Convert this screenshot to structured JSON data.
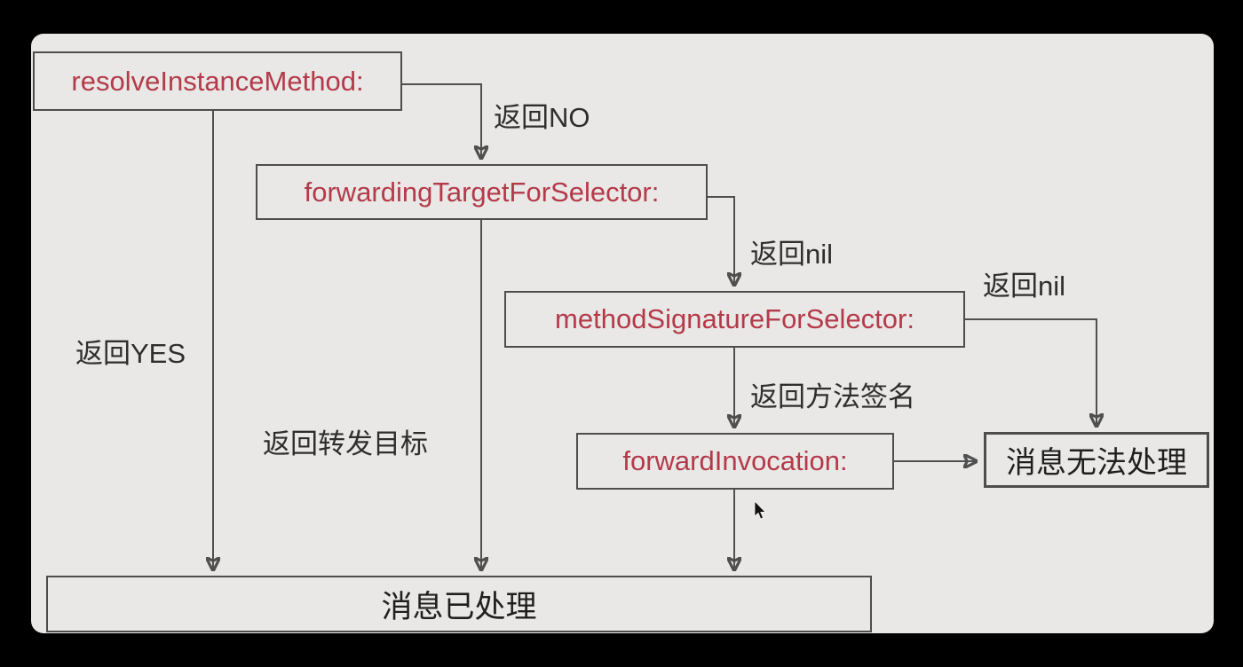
{
  "diagram": {
    "title_hint": "objc-message-forwarding-flowchart",
    "nodes": {
      "resolve": {
        "label": "resolveInstanceMethod:"
      },
      "forwardingTarget": {
        "label": "forwardingTargetForSelector:"
      },
      "methodSignature": {
        "label": "methodSignatureForSelector:"
      },
      "forwardInvocation": {
        "label": "forwardInvocation:"
      },
      "unhandled": {
        "label": "消息无法处理"
      },
      "handled": {
        "label": "消息已处理"
      }
    },
    "edge_labels": {
      "returnNO": "返回NO",
      "returnYES": "返回YES",
      "returnNil1": "返回nil",
      "returnNil2": "返回nil",
      "returnForwardTarget": "返回转发目标",
      "returnMethodSignature": "返回方法签名"
    },
    "colors": {
      "method_text": "#b43a4a",
      "result_text": "#1f1f1f",
      "edge_label_text": "#2e2e2e",
      "line": "#4f4f4f",
      "canvas_bg": "#e9e8e6",
      "frame_bg": "#000000"
    }
  }
}
